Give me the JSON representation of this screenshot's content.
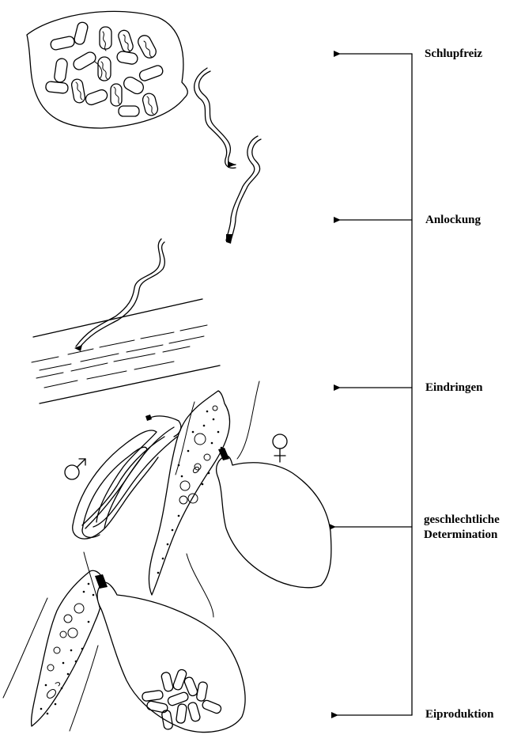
{
  "stages": [
    {
      "id": "schlupfreiz",
      "lines": [
        "Schlupfreiz"
      ]
    },
    {
      "id": "anlockung",
      "lines": [
        "Anlockung"
      ]
    },
    {
      "id": "eindringen",
      "lines": [
        "Eindringen"
      ]
    },
    {
      "id": "determination",
      "lines": [
        "geschlechtliche",
        "Determination"
      ]
    },
    {
      "id": "eiproduktion",
      "lines": [
        "Eiproduktion"
      ]
    }
  ],
  "symbols": {
    "male": "♂",
    "female": "♀"
  }
}
